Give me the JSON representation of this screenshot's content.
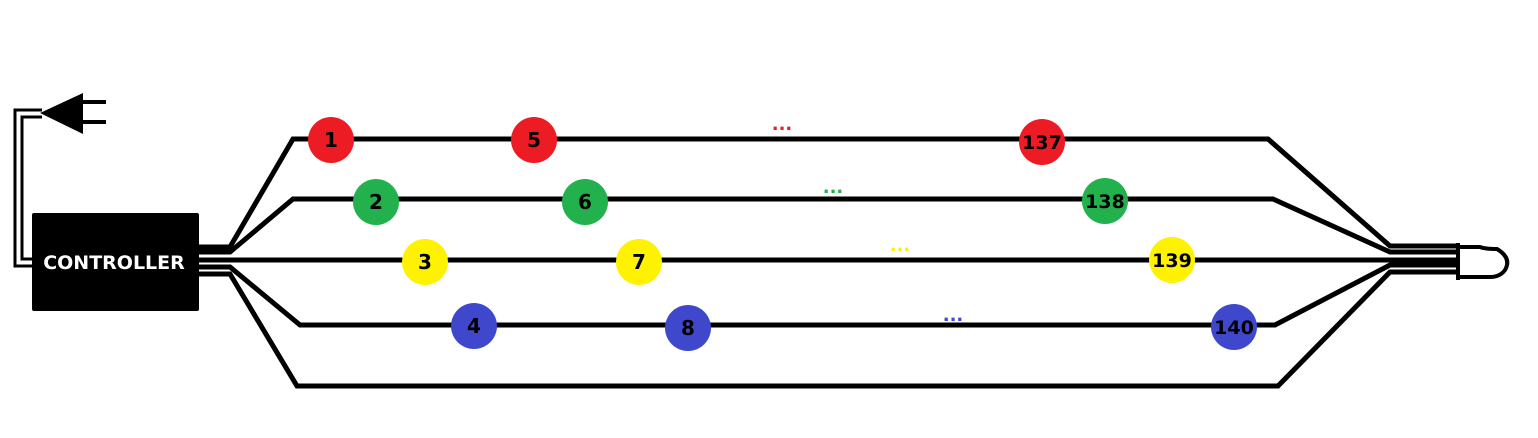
{
  "controller": {
    "label": "CONTROLLER"
  },
  "colors": {
    "red": "#ed1c24",
    "green": "#22b14c",
    "yellow": "#fff200",
    "blue": "#3f48cc",
    "wire": "#000000"
  },
  "channels": [
    {
      "name": "red",
      "color": "#ed1c24",
      "leds": [
        "1",
        "5",
        "137"
      ],
      "ellipsis": "..."
    },
    {
      "name": "green",
      "color": "#22b14c",
      "leds": [
        "2",
        "6",
        "138"
      ],
      "ellipsis": "..."
    },
    {
      "name": "yellow",
      "color": "#fff200",
      "leds": [
        "3",
        "7",
        "139"
      ],
      "ellipsis": "..."
    },
    {
      "name": "blue",
      "color": "#3f48cc",
      "leds": [
        "4",
        "8",
        "140"
      ],
      "ellipsis": "..."
    }
  ]
}
